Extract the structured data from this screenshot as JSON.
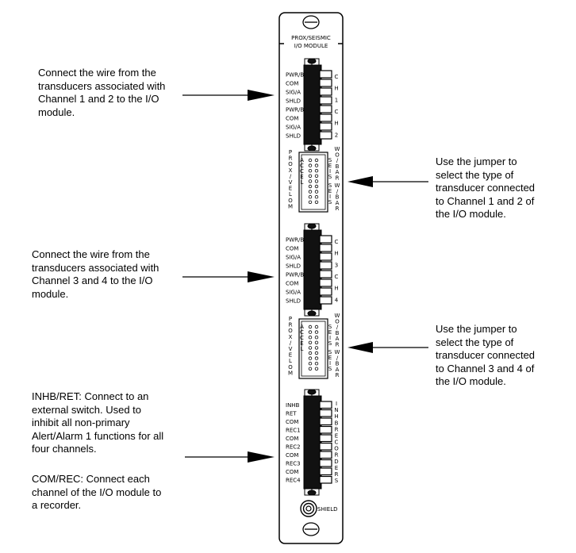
{
  "module": {
    "title_line1": "PROX/SEISMIC",
    "title_line2": "I/O MODULE",
    "shield_label": "SHIELD"
  },
  "connector1": {
    "pins": [
      "PWR/B",
      "COM",
      "SIG/A",
      "SHLD",
      "PWR/B",
      "COM",
      "SIG/A",
      "SHLD"
    ],
    "side_labels": [
      "C",
      "H",
      "1",
      "C",
      "H",
      "2"
    ]
  },
  "jumper_block": {
    "left_vertical": [
      "P",
      "R",
      "O",
      "X",
      "/",
      "V",
      "E",
      "L",
      "O",
      "M"
    ],
    "inner_left": [
      "A",
      "C",
      "C",
      "E",
      "L"
    ],
    "inner_right": [
      "S",
      "E",
      "I",
      "S",
      "S",
      "E",
      "I",
      "S"
    ],
    "right_vertical": [
      "W",
      "O",
      "/",
      "B",
      "A",
      "R",
      "W",
      "/",
      "B",
      "A",
      "R"
    ]
  },
  "connector2": {
    "pins": [
      "PWR/B",
      "COM",
      "SIG/A",
      "SHLD",
      "PWR/B",
      "COM",
      "SIG/A",
      "SHLD"
    ],
    "side_labels": [
      "C",
      "H",
      "3",
      "C",
      "H",
      "4"
    ]
  },
  "connector3": {
    "pins": [
      "INHB",
      "RET",
      "COM",
      "REC1",
      "COM",
      "REC2",
      "COM",
      "REC3",
      "COM",
      "REC4"
    ],
    "side_labels": [
      "I",
      "N",
      "H",
      "B",
      "R",
      "E",
      "C",
      "O",
      "R",
      "D",
      "E",
      "R",
      "S"
    ]
  },
  "annotations": {
    "note1": "Connect the wire from the\ntransducers associated with\nChannel 1 and 2 to the I/O\nmodule.",
    "note2": "Use the jumper to\nselect the type of\ntransducer connected\nto Channel 1 and 2 of\nthe I/O module.",
    "note3": "Connect the wire from the\ntransducers associated with\nChannel 3 and 4 to the I/O\nmodule.",
    "note4": "Use the jumper to\nselect the type of\ntransducer connected\nto Channel 3 and 4 of\nthe I/O module.",
    "note5a": "INHB/RET:  Connect to an\nexternal switch.  Used to\ninhibit all non-primary\nAlert/Alarm 1 functions for all\nfour channels.",
    "note5b": "COM/REC: Connect each\nchannel of the I/O module to\na recorder."
  }
}
